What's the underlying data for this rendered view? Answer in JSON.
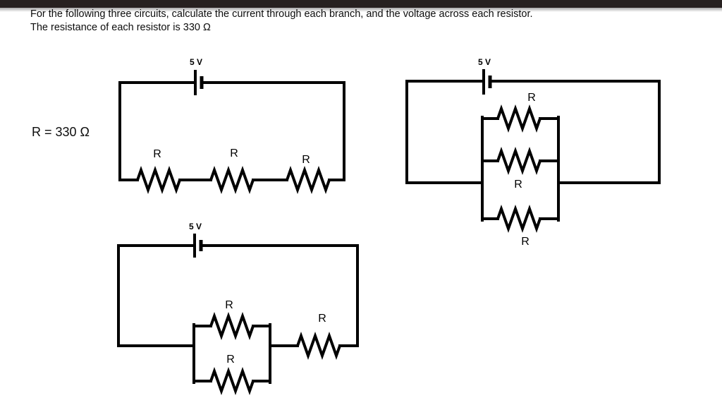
{
  "colors": {
    "top_bar": "#272120",
    "ink": "#000000",
    "background": "#ffffff"
  },
  "instructions": {
    "line1": "For the following three circuits, calculate the current through each branch, and the voltage across each resistor.",
    "line2": "The resistance of each resistor is 330 Ω"
  },
  "resistance_note": "R = 330 Ω",
  "circuits": {
    "series": {
      "battery_label": "5 V",
      "resistors": [
        "R",
        "R",
        "R"
      ]
    },
    "parallel": {
      "battery_label": "5 V",
      "resistors": [
        "R",
        "R",
        "R"
      ]
    },
    "combo": {
      "battery_label": "5 V",
      "resistors": [
        "R",
        "R",
        "R"
      ]
    }
  }
}
